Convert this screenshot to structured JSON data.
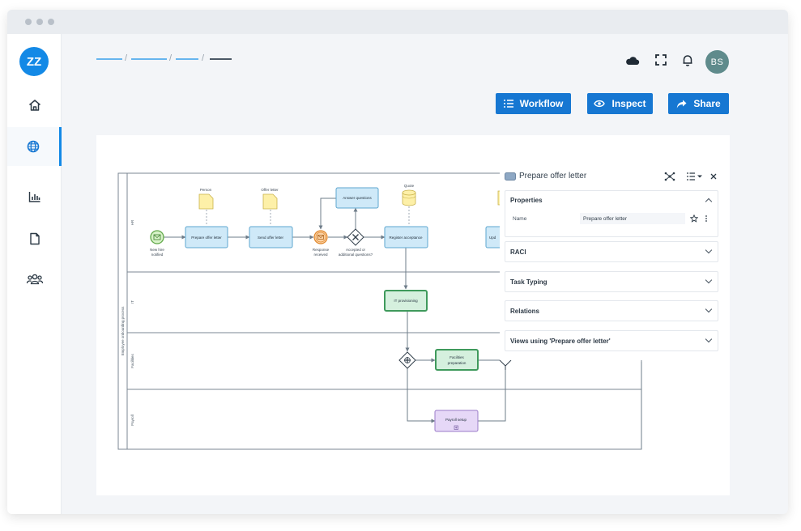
{
  "window": {
    "dots": [
      "dot-1",
      "dot-2",
      "dot-3"
    ]
  },
  "logo": {
    "text": "ZZ",
    "color": "#1389e6"
  },
  "sidebar": {
    "items": [
      {
        "name": "home",
        "icon": "home-icon"
      },
      {
        "name": "globe",
        "icon": "globe-icon",
        "active": true
      },
      {
        "name": "reports",
        "icon": "bar-chart-icon"
      },
      {
        "name": "documents",
        "icon": "document-icon"
      },
      {
        "name": "team",
        "icon": "users-icon"
      }
    ]
  },
  "header": {
    "avatar": "BS",
    "icons": [
      "cloud-icon",
      "fullscreen-icon",
      "bell-icon"
    ]
  },
  "toolbar": {
    "workflow_label": "Workflow",
    "inspect_label": "Inspect",
    "share_label": "Share",
    "accent": "#1677d2"
  },
  "diagram": {
    "pool_label": "Employee onboarding process",
    "lanes": [
      "HR",
      "IT",
      "Facilities",
      "Payroll"
    ],
    "start_event": "New hire notified",
    "data_objects": [
      "Person",
      "Offer letter",
      "Quote"
    ],
    "data_store": "Quote",
    "tasks": {
      "prepare": "Prepare offer letter",
      "send": "Send offer letter",
      "answer": "Answer questions",
      "register": "Register acceptance",
      "update": "Upd",
      "it": "IT provisioning",
      "facilities_1": "Facilities",
      "facilities_2": "preparation",
      "payroll": "Payroll setup"
    },
    "message_event_1": "Response",
    "message_event_2": "received",
    "gateway_1": "Accepted or",
    "gateway_2": "additional questions?",
    "start_1": "New hire",
    "start_2": "notified"
  },
  "panel": {
    "title": "Prepare offer letter",
    "sections": {
      "properties": "Properties",
      "raci": "RACI",
      "task_typing": "Task Typing",
      "relations": "Relations",
      "views": "Views using 'Prepare offer letter'"
    },
    "property_name_label": "Name",
    "property_name_value": "Prepare offer letter"
  }
}
